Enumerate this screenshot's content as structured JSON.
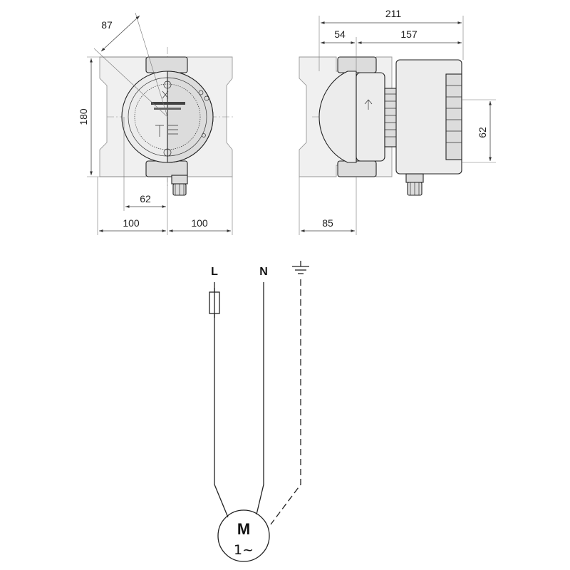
{
  "front_view": {
    "dim_diagonal": "87",
    "dim_height": "180",
    "dim_offset": "62",
    "dim_left": "100",
    "dim_right": "100"
  },
  "side_view": {
    "dim_total": "211",
    "dim_pump": "54",
    "dim_motor": "157",
    "dim_terminal": "62",
    "dim_bottom": "85"
  },
  "wiring": {
    "line_label": "L",
    "neutral_label": "N",
    "motor_label": "M",
    "motor_phase": "1~",
    "ground_icon": "ground-symbol-icon",
    "fuse_icon": "fuse-icon"
  }
}
